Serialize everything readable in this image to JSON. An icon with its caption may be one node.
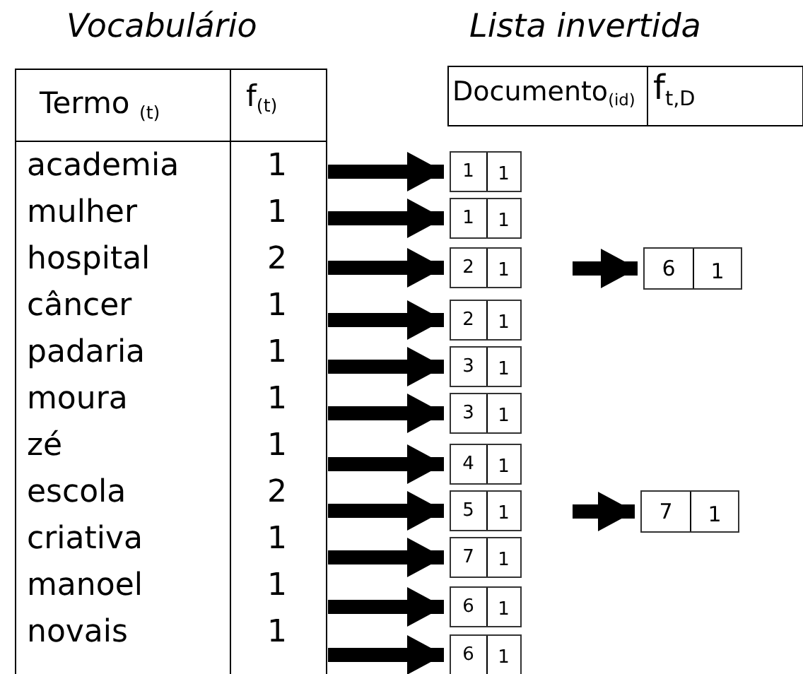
{
  "diagram": {
    "nodes": [
      {
        "text": [
          "academia",
          "1"
        ]
      },
      {
        "text": [
          "mulher",
          "1"
        ]
      },
      {
        "text": [
          "hospital",
          "2"
        ]
      },
      {
        "text": [
          "câncer",
          "1"
        ]
      },
      {
        "text": [
          "padaria",
          "1"
        ]
      },
      {
        "text": [
          "moura",
          "1"
        ]
      },
      {
        "text": [
          "zé",
          "1"
        ]
      },
      {
        "text": [
          "escola",
          "2"
        ]
      },
      {
        "text": [
          "criativa",
          "1"
        ]
      },
      {
        "text": [
          "manoel",
          "1"
        ]
      },
      {
        "text": [
          "novais",
          "1"
        ]
      },
      {
        "text": [
          "1",
          "1"
        ]
      },
      {
        "text": [
          "1",
          "1"
        ]
      },
      {
        "text": [
          "2",
          "1"
        ]
      },
      {
        "text": [
          "2",
          "1"
        ]
      },
      {
        "text": [
          "3",
          "1"
        ]
      },
      {
        "text": [
          "3",
          "1"
        ]
      },
      {
        "text": [
          "4",
          "1"
        ]
      },
      {
        "text": [
          "5",
          "1"
        ]
      },
      {
        "text": [
          "7",
          "1"
        ]
      },
      {
        "text": [
          "6",
          "1"
        ]
      },
      {
        "text": [
          "6",
          "1"
        ]
      },
      {
        "text": [
          "6",
          "1"
        ]
      },
      {
        "text": [
          "7",
          "1"
        ]
      }
    ],
    "edges": [
      {
        "from": 0,
        "to": 11,
        "arrow": "to"
      },
      {
        "from": 1,
        "to": 12,
        "arrow": "to"
      },
      {
        "from": 2,
        "to": 13,
        "arrow": "to"
      },
      {
        "from": 3,
        "to": 14,
        "arrow": "to"
      },
      {
        "from": 4,
        "to": 15,
        "arrow": "to"
      },
      {
        "from": 5,
        "to": 16,
        "arrow": "to"
      },
      {
        "from": 6,
        "to": 17,
        "arrow": "to"
      },
      {
        "from": 7,
        "to": 18,
        "arrow": "to"
      },
      {
        "from": 8,
        "to": 19,
        "arrow": "to"
      },
      {
        "from": 9,
        "to": 20,
        "arrow": "to"
      },
      {
        "from": 10,
        "to": 21,
        "arrow": "to"
      },
      {
        "from": 13,
        "to": 22,
        "arrow": "to"
      },
      {
        "from": 18,
        "to": 23,
        "arrow": "to"
      }
    ],
    "labels": [
      "Vocabulário",
      "Lista invertida",
      "Termo $_{(t)}$",
      "f$_{(t)}$",
      "Documento$_{(id)}$",
      "f$_{t,D}$"
    ]
  }
}
